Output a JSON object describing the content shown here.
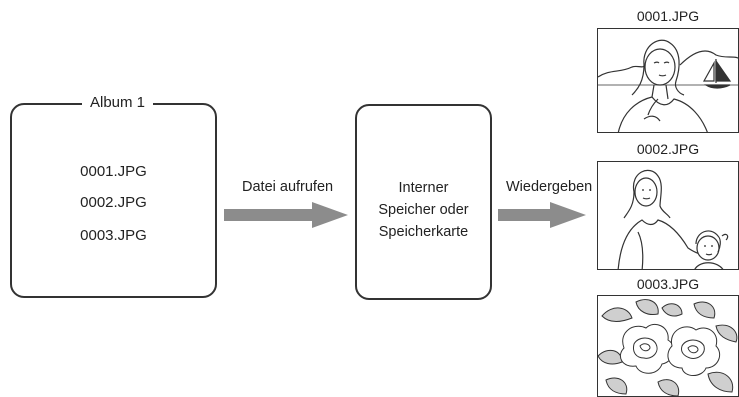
{
  "album": {
    "title": "Album 1",
    "files": [
      "0001.JPG",
      "0002.JPG",
      "0003.JPG"
    ]
  },
  "arrow_open_label": "Datei aufrufen",
  "storage": {
    "lines": [
      "Interner",
      "Speicher oder",
      "Speicherkarte"
    ]
  },
  "arrow_play_label": "Wiedergeben",
  "thumbnails": [
    {
      "label": "0001.JPG",
      "icon": "portrait-sailboat-photo-icon"
    },
    {
      "label": "0002.JPG",
      "icon": "mother-child-photo-icon"
    },
    {
      "label": "0003.JPG",
      "icon": "flowers-photo-icon"
    }
  ],
  "colors": {
    "arrow": "#8c8c8c",
    "stroke": "#333333"
  }
}
